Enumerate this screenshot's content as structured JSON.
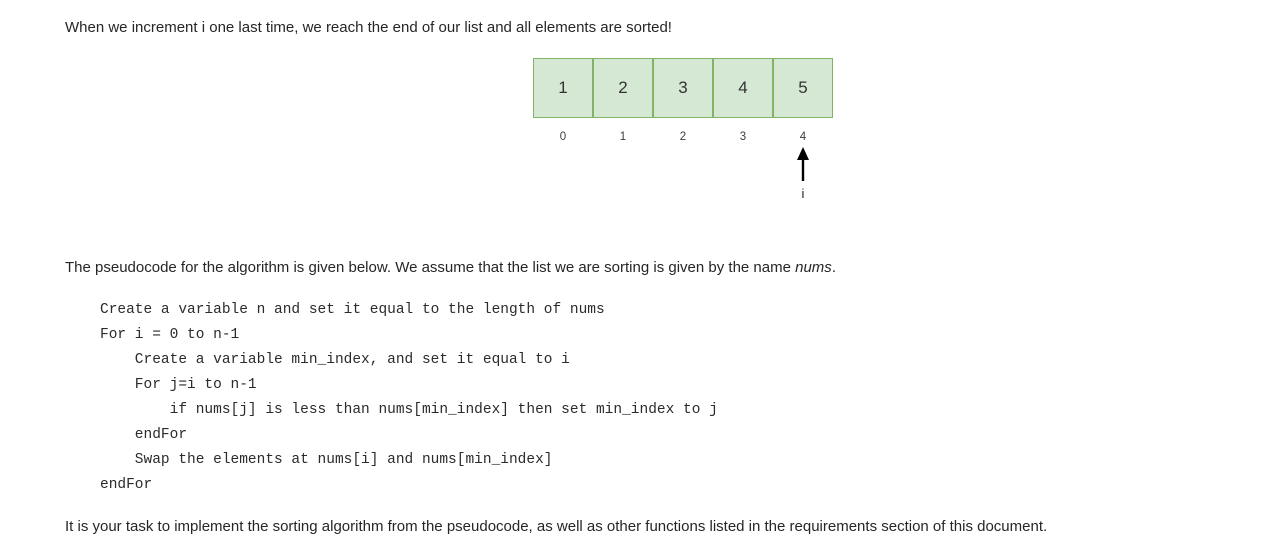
{
  "intro": {
    "text": "When we increment i one last time, we reach the end of our list and all elements are sorted!"
  },
  "diagram": {
    "cells": [
      "1",
      "2",
      "3",
      "4",
      "5"
    ],
    "indices": [
      "0",
      "1",
      "2",
      "3",
      "4"
    ],
    "pointer_label": "i",
    "pointer_index": 4,
    "colors": {
      "cell_fill": "#d5e8d4",
      "cell_border": "#82b366",
      "arrow": "#000000"
    }
  },
  "pseudocode_intro": {
    "prefix": "The pseudocode for the algorithm is given below. We assume that the list we are sorting is given by the name ",
    "list_name": "nums",
    "suffix": "."
  },
  "pseudocode": {
    "lines": [
      "Create a variable n and set it equal to the length of nums",
      "For i = 0 to n-1",
      "    Create a variable min_index, and set it equal to i",
      "    For j=i to n-1",
      "        if nums[j] is less than nums[min_index] then set min_index to j",
      "    endFor",
      "    Swap the elements at nums[i] and nums[min_index]",
      "endFor"
    ]
  },
  "outro": {
    "text": "It is your task to implement the sorting algorithm from the pseudocode, as well as other functions listed in the requirements section of this document."
  }
}
